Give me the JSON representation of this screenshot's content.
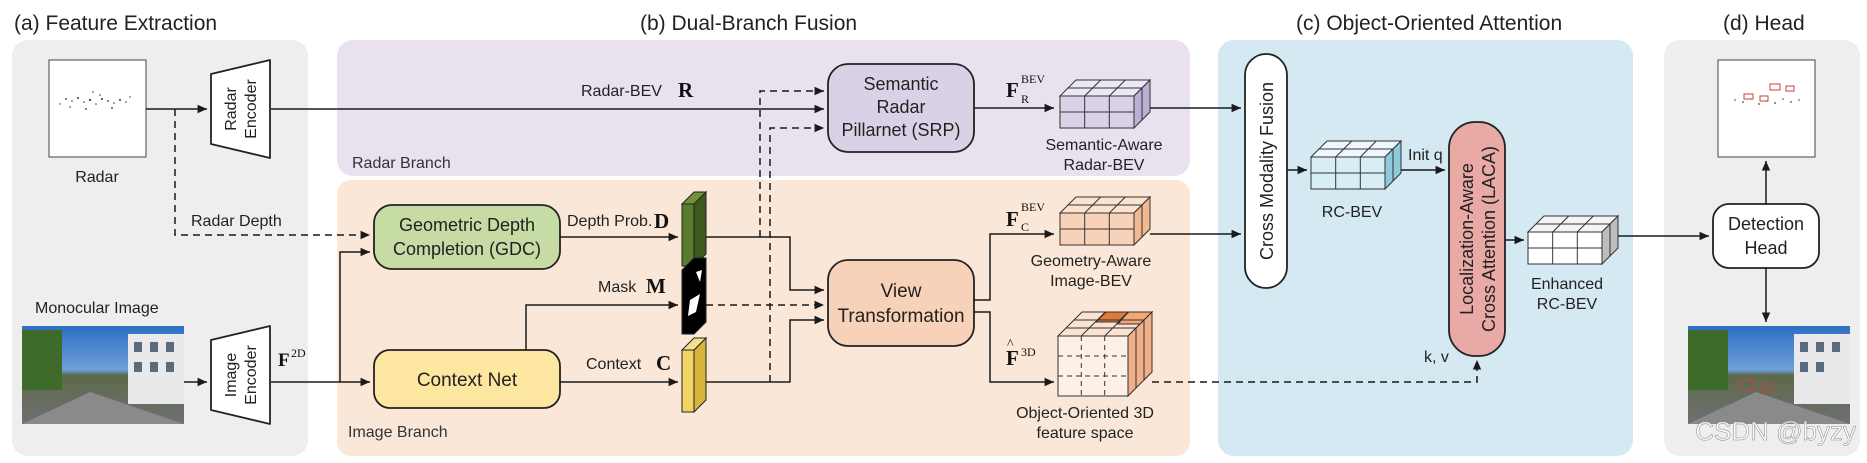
{
  "sections": {
    "feature_extraction": "(a) Feature Extraction",
    "dual_branch": "(b) Dual-Branch Fusion",
    "object_attention": "(c) Object-Oriented Attention",
    "head": "(d) Head"
  },
  "inputs": {
    "radar": "Radar",
    "monocular_image": "Monocular Image"
  },
  "encoders": {
    "radar_encoder_l1": "Radar",
    "radar_encoder_l2": "Encoder",
    "image_encoder_l1": "Image",
    "image_encoder_l2": "Encoder"
  },
  "branches": {
    "radar": "Radar Branch",
    "image": "Image Branch"
  },
  "modules": {
    "srp_l1": "Semantic",
    "srp_l2": "Radar",
    "srp_l3": "Pillarnet (SRP)",
    "gdc_l1": "Geometric Depth",
    "gdc_l2": "Completion (GDC)",
    "context_net": "Context Net",
    "view_l1": "View",
    "view_l2": "Transformation",
    "cmf": "Cross Modality Fusion",
    "laca_l1": "Localization-Aware",
    "laca_l2": "Cross Attention (LACA)",
    "det_l1": "Detection",
    "det_l2": "Head"
  },
  "labels": {
    "radar_bev": "Radar-BEV",
    "radar_bev_sym": "R",
    "radar_depth": "Radar Depth",
    "depth_prob": "Depth Prob.",
    "depth_sym": "D",
    "mask": "Mask",
    "mask_sym": "M",
    "context": "Context",
    "context_sym": "C",
    "f2d_base": "F",
    "f2d_sup": "2D",
    "fr_base": "F",
    "fr_sup": "BEV",
    "fr_sub": "R",
    "fc_base": "F",
    "fc_sup": "BEV",
    "fc_sub": "C",
    "f3d_base": "F",
    "f3d_sup": "3D",
    "semantic_aware_l1": "Semantic-Aware",
    "semantic_aware_l2": "Radar-BEV",
    "geometry_aware_l1": "Geometry-Aware",
    "geometry_aware_l2": "Image-BEV",
    "object_3d_l1": "Object-Oriented 3D",
    "object_3d_l2": "feature space",
    "rc_bev": "RC-BEV",
    "init_q": "Init q",
    "kv": "k, v",
    "enhanced_l1": "Enhanced",
    "enhanced_l2": "RC-BEV"
  },
  "watermark": "CSDN @byzy",
  "colors": {
    "panel_a": "#eeeeee",
    "panel_radar": "#e9e2ee",
    "panel_image": "#fbe7d7",
    "panel_c": "#d4e9f2",
    "srp": "#d9d2e7",
    "gdc": "#c6dca4",
    "context_net": "#fde6a0",
    "view": "#f8d2b8",
    "laca": "#e9a9a4",
    "depth_block": "#5b7c2e",
    "context_block": "#f2d464"
  }
}
